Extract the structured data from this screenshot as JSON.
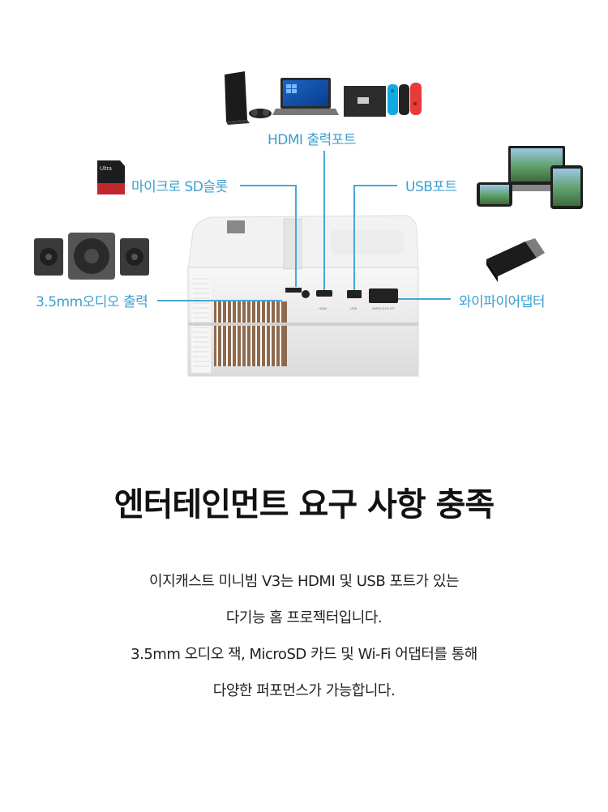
{
  "callouts": {
    "hdmi": "HDMI 출력포트",
    "microsd": "마이크로 SD슬롯",
    "usb": "USB포트",
    "audio": "3.5mm오디오 출력",
    "wifi": "와이파이어댑터"
  },
  "port_labels": {
    "hdmi": "HDMI",
    "usb": "USB",
    "wireless": "WIRELESS KIT"
  },
  "sd_card": {
    "brand": "Ultra"
  },
  "headline": "엔터테인먼트 요구 사항 충족",
  "description": [
    "이지캐스트 미니빔 V3는 HDMI 및 USB 포트가 있는",
    "다기능 홈 프로젝터입니다.",
    "3.5mm 오디오 잭, MicroSD 카드 및 Wi-Fi 어댑터를 통해",
    "다양한 퍼포먼스가 가능합니다."
  ],
  "colors": {
    "accent": "#3aa0cf",
    "text": "#222222",
    "headline": "#111111"
  }
}
